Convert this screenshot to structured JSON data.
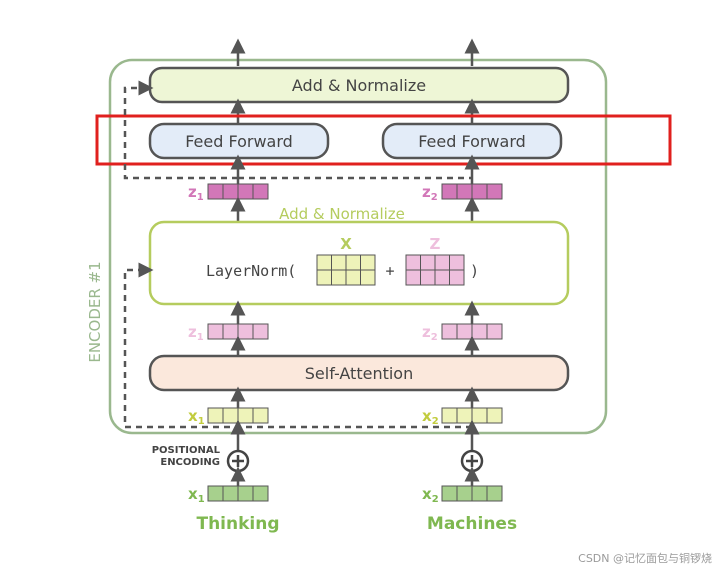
{
  "encoder": {
    "label": "ENCODER #1"
  },
  "blocks": {
    "top_add_normalize": "Add & Normalize",
    "feed_forward_left": "Feed Forward",
    "feed_forward_right": "Feed Forward",
    "mid_add_normalize": "Add & Normalize",
    "layernorm_prefix": "LayerNorm(",
    "layernorm_plus": "+",
    "layernorm_suffix": ")",
    "layernorm_x": "X",
    "layernorm_z": "Z",
    "self_attention": "Self-Attention"
  },
  "vectors": {
    "z1_top": {
      "letter": "z",
      "sub": "1"
    },
    "z2_top": {
      "letter": "z",
      "sub": "2"
    },
    "z1_mid": {
      "letter": "z",
      "sub": "1"
    },
    "z2_mid": {
      "letter": "z",
      "sub": "2"
    },
    "x1_in": {
      "letter": "x",
      "sub": "1"
    },
    "x2_in": {
      "letter": "x",
      "sub": "2"
    },
    "x1_emb": {
      "letter": "x",
      "sub": "1"
    },
    "x2_emb": {
      "letter": "x",
      "sub": "2"
    }
  },
  "positional_encoding": {
    "line1": "POSITIONAL",
    "line2": "ENCODING"
  },
  "words": {
    "left": "Thinking",
    "right": "Machines"
  },
  "watermark": "CSDN @记忆面包与铜锣烧",
  "colors": {
    "encoder_border": "#9ab88e",
    "add_norm_fill": "#eef6d6",
    "feed_forward_fill": "#e3ecf8",
    "self_attention_fill": "#fbe8dc",
    "layernorm_border": "#b5cc5e",
    "z_dark": "#d277b8",
    "z_light": "#eebfdd",
    "x_light": "#eef3b9",
    "x_green": "#a7d08d",
    "highlight": "#e0201e",
    "word_green": "#7fb850"
  }
}
